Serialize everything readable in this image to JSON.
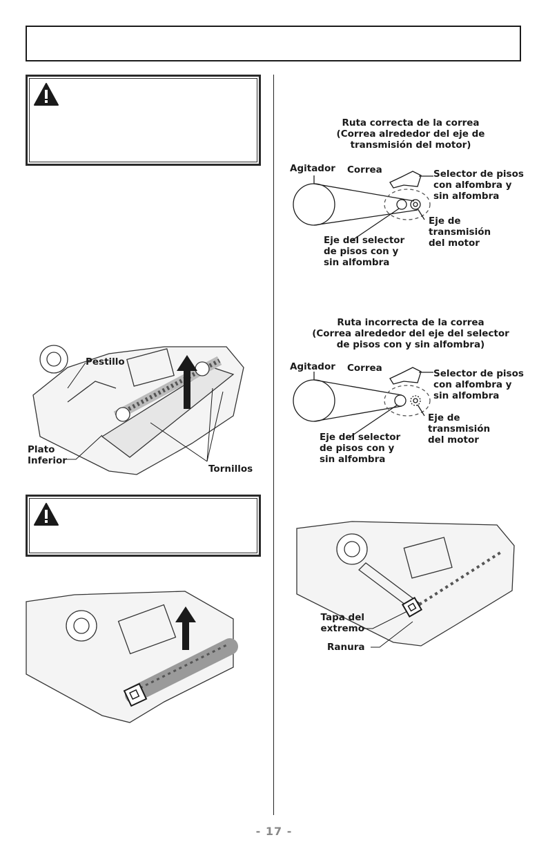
{
  "page": {
    "number": "- 17 -"
  },
  "photo1": {
    "latch": "Pestillo",
    "plate": "Plato\nInferior",
    "screws": "Tornillos"
  },
  "diagram_correct": {
    "title": [
      "Ruta correcta de la correa",
      "(Correa alrededor del eje de",
      "transmisión del motor)"
    ],
    "agitator": "Agitador",
    "belt": "Correa",
    "selector": [
      "Selector de pisos",
      "con alfombra y",
      "sin alfombra"
    ],
    "motor_shaft": [
      "Eje de",
      "transmisión",
      "del motor"
    ],
    "selector_shaft": [
      "Eje del selector",
      "de pisos con y",
      "sin alfombra"
    ]
  },
  "diagram_incorrect": {
    "title": [
      "Ruta incorrecta de la correa",
      "(Correa alrededor del eje del selector",
      "de pisos con y sin alfombra)"
    ],
    "agitator": "Agitador",
    "belt": "Correa",
    "selector": [
      "Selector de pisos",
      "con alfombra y",
      "sin alfombra"
    ],
    "motor_shaft": [
      "Eje de",
      "transmisión",
      "del motor"
    ],
    "selector_shaft": [
      "Eje del selector",
      "de pisos con y",
      "sin alfombra"
    ]
  },
  "photo3": {
    "end_cap": [
      "Tapa del",
      "extremo"
    ],
    "slot": "Ranura"
  }
}
